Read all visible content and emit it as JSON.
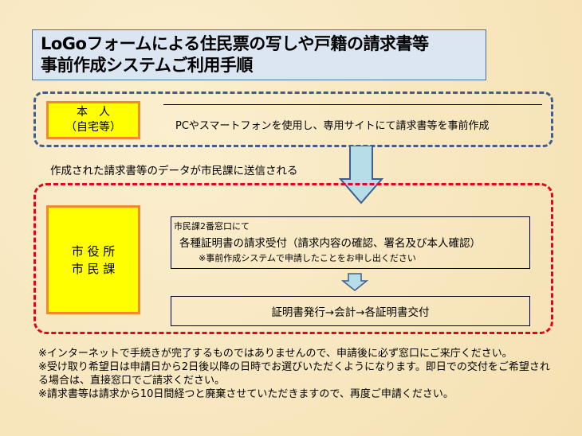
{
  "title": {
    "line1": "LoGoフォームによる住民票の写しや戸籍の請求書等",
    "line2": "事前作成システムご利用手順"
  },
  "person": {
    "label1": "本　人",
    "label2": "（自宅等）",
    "description": "PCやスマートフォンを使用し、専用サイトにて請求書等を事前作成"
  },
  "transfer_text": "作成された請求書等のデータが市民課に送信される",
  "office": {
    "label1": "市 役 所",
    "label2": "市 民 課",
    "step1_header": "市民課2番窓口にて",
    "step1_main": "各種証明書の請求受付（請求内容の確認、署名及び本人確認）",
    "step1_note": "※事前作成システムで申請したことをお申し出ください",
    "step2": "証明書発行→会計→各証明書交付"
  },
  "notes": [
    "※インターネットで手続きが完了するものではありませんので、申請後に必ず窓口にご来庁ください。",
    "※受け取り希望日は申請日から2日後以降の日時でお選びいただくようになります。即日での交付をご希望される場合は、直接窓口でご請求ください。",
    "※請求書等は請求から10日間経つと廃棄させていただきますので、再度ご申請ください。"
  ],
  "colors": {
    "blue_dash": "#3d5f8f",
    "red_dash": "#e8001c",
    "yellow": "#ffff00",
    "arrow": "#b7dde8"
  }
}
